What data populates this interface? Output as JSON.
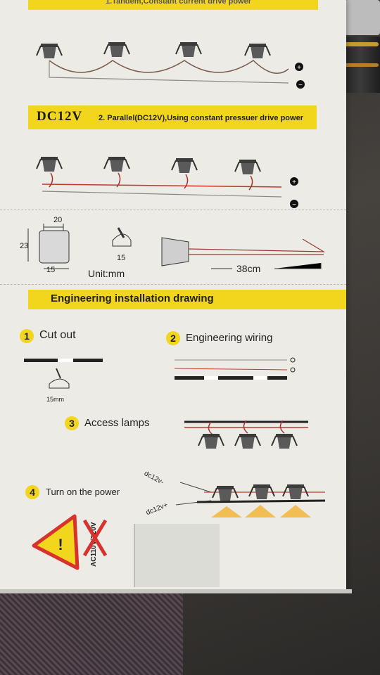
{
  "photo": {
    "top_banner_text": "1.Tandem,Constant current drive power",
    "section2": {
      "voltage": "DC12V",
      "description": "2. Parallel(DC12V),Using constant pressuer drive power"
    },
    "plus_symbol": "+",
    "minus_symbol": "−",
    "dimensions": {
      "width_top": "20",
      "height": "23",
      "width_bottom": "15",
      "cutout": "15",
      "unit": "Unit:mm",
      "cable_length": "38cm"
    },
    "engineering": {
      "title": "Engineering installation drawing",
      "steps": [
        {
          "number": "1",
          "label": "Cut out"
        },
        {
          "number": "2",
          "label": "Engineering wiring"
        },
        {
          "number": "3",
          "label": "Access lamps"
        },
        {
          "number": "4",
          "label": "Turn on the power"
        }
      ],
      "cutout_size": "15mm",
      "dc_minus": "dc12v-",
      "dc_plus": "dc12v+",
      "warning_text": "AC110V/220V",
      "warning_mark": "!"
    },
    "colors": {
      "yellow": "#f2d51d",
      "box": "#ecebe6",
      "red_wire": "#c0392b",
      "warning_red": "#d7322b"
    }
  }
}
